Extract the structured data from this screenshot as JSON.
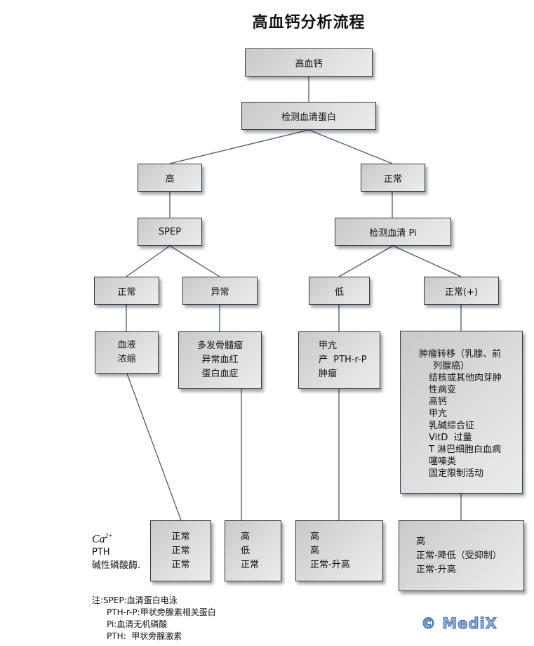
{
  "title": "高血钙分析流程",
  "nodes": {
    "root": "高血钙",
    "protein_test": "检测血清蛋白",
    "high": "高",
    "normal": "正常",
    "spep": "SPEP",
    "pi_test": "检测血清 Pi",
    "spep_normal": "正常",
    "spep_abnormal": "异常",
    "pi_low": "低",
    "pi_normal": "正常(+)",
    "hemoconcentration": [
      "血液",
      "浓缩"
    ],
    "myeloma": [
      "多发骨髓瘤",
      "异常血红",
      "蛋白血症"
    ],
    "hyperpara": [
      "甲亢",
      "产  PTH-r-P",
      "肿瘤"
    ],
    "other_causes": [
      "肿瘤转移（乳腺、前",
      "列腺癌）",
      "结核或其他肉芽肿",
      "性病变",
      "高钙",
      "甲亢",
      "乳碱综合征",
      "VitD  过量",
      "T 淋巴细胞白血病",
      "噻嗪类",
      "固定限制活动"
    ]
  },
  "results": {
    "col1": [
      "正常",
      "正常",
      "正常"
    ],
    "col2": [
      "高",
      "低",
      "正常"
    ],
    "col3": [
      "高",
      "高",
      "正常-升高"
    ],
    "col4": [
      "高",
      "正常-降低（受抑制）",
      "正常-升高"
    ]
  },
  "legend": {
    "ca_base": "Ca",
    "ca_sup": "2+",
    "pth": "PTH",
    "alp": "碱性磷酸酶."
  },
  "notes": {
    "prefix": "注:",
    "items": [
      "SPEP:血清蛋白电泳",
      "PTH-r-P:甲状旁腺素相关蛋白",
      "Pi:血清无机磷酸",
      "PTH:  甲状旁腺激素"
    ]
  },
  "logo": "© MediX",
  "colors": {
    "border": "#2b3a4d",
    "line": "#4a5a6e",
    "logo": "#3d6aa3"
  }
}
